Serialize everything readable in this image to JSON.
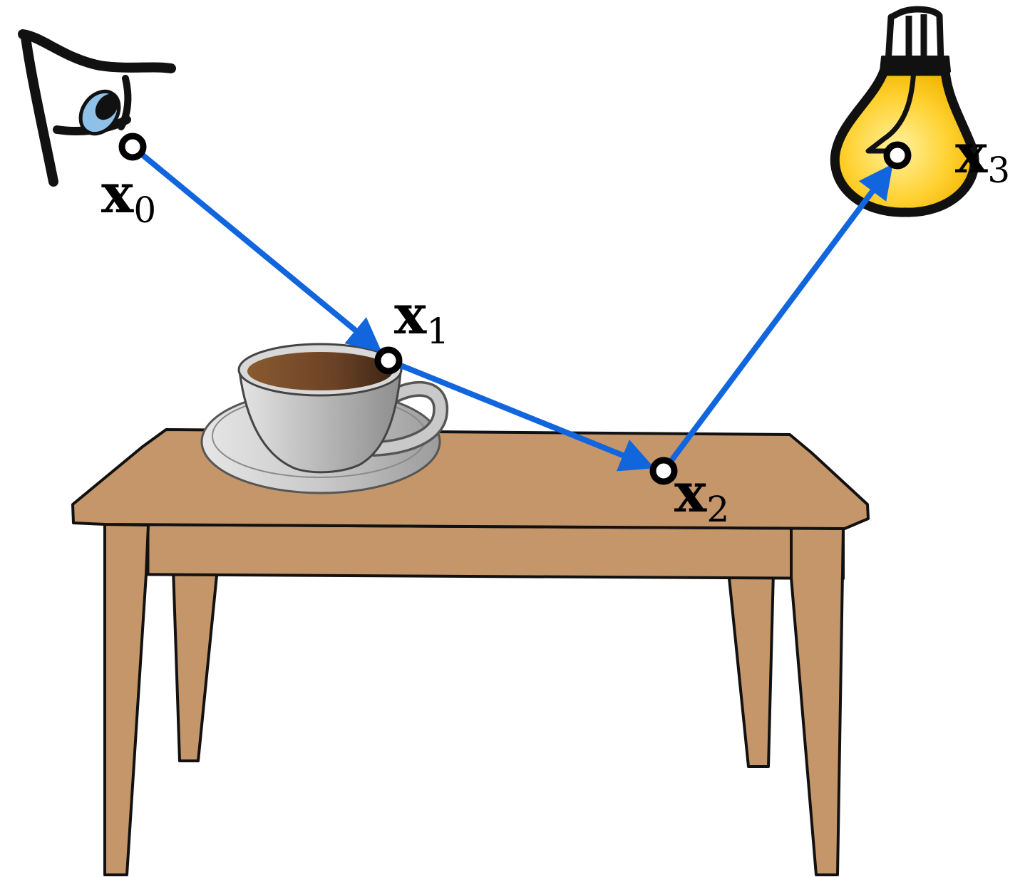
{
  "colors": {
    "path": "#1166dd",
    "vertex_fill": "#ffffff",
    "vertex_stroke": "#000000",
    "table": "#c4966a",
    "bulb": "#ffd233",
    "iris": "#8ec0e8",
    "coffee": "#7a4e2a",
    "cup": "#c8c8c8"
  },
  "icons": {
    "camera": "eye-icon",
    "light": "light-bulb-icon",
    "object_cup": "coffee-cup-icon",
    "object_table": "table-icon"
  },
  "vertices": [
    {
      "id": "x0",
      "main": "x",
      "sub": "0"
    },
    {
      "id": "x1",
      "main": "x",
      "sub": "1"
    },
    {
      "id": "x2",
      "main": "x",
      "sub": "2"
    },
    {
      "id": "x3",
      "main": "x",
      "sub": "3"
    }
  ],
  "segments": [
    {
      "from": "x0",
      "to": "x1"
    },
    {
      "from": "x1",
      "to": "x2"
    },
    {
      "from": "x2",
      "to": "x3"
    }
  ]
}
